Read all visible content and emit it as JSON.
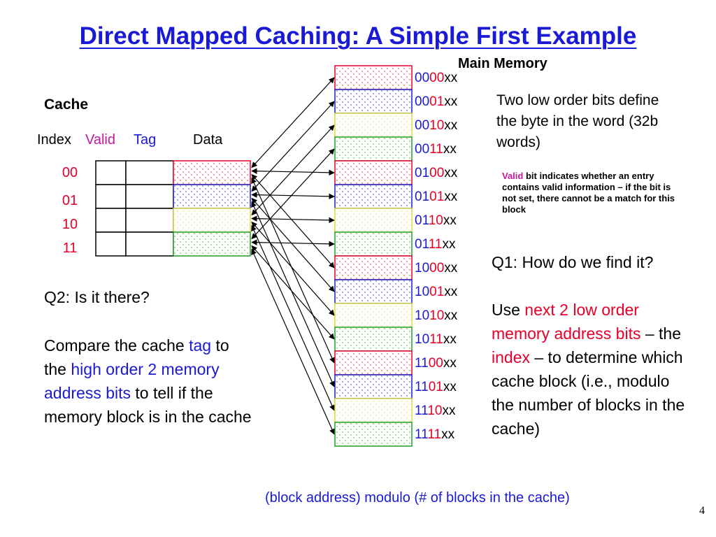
{
  "title": "Direct Mapped Caching:  A Simple First Example",
  "main_memory_label": "Main Memory",
  "cache_label": "Cache",
  "cache_header": {
    "index": "Index",
    "valid": "Valid",
    "tag": "Tag",
    "data": "Data"
  },
  "cache_indices": [
    "00",
    "01",
    "10",
    "11"
  ],
  "memory_addresses": [
    {
      "hi": "00",
      "lo": "00",
      "suffix": "xx"
    },
    {
      "hi": "00",
      "lo": "01",
      "suffix": "xx"
    },
    {
      "hi": "00",
      "lo": "10",
      "suffix": "xx"
    },
    {
      "hi": "00",
      "lo": "11",
      "suffix": "xx"
    },
    {
      "hi": "01",
      "lo": "00",
      "suffix": "xx"
    },
    {
      "hi": "01",
      "lo": "01",
      "suffix": "xx"
    },
    {
      "hi": "01",
      "lo": "10",
      "suffix": "xx"
    },
    {
      "hi": "01",
      "lo": "11",
      "suffix": "xx"
    },
    {
      "hi": "10",
      "lo": "00",
      "suffix": "xx"
    },
    {
      "hi": "10",
      "lo": "01",
      "suffix": "xx"
    },
    {
      "hi": "10",
      "lo": "10",
      "suffix": "xx"
    },
    {
      "hi": "10",
      "lo": "11",
      "suffix": "xx"
    },
    {
      "hi": "11",
      "lo": "00",
      "suffix": "xx"
    },
    {
      "hi": "11",
      "lo": "01",
      "suffix": "xx"
    },
    {
      "hi": "11",
      "lo": "10",
      "suffix": "xx"
    },
    {
      "hi": "11",
      "lo": "11",
      "suffix": "xx"
    }
  ],
  "block_colors": [
    "#e8002a",
    "#1a1ad6",
    "#d8d840",
    "#22a022"
  ],
  "note_two_low_bits": "Two low order bits define the byte in the word (32b words)",
  "note_valid": {
    "word": "Valid",
    "rest": " bit indicates whether an entry contains valid information – if the bit is not set, there cannot be a match for this block"
  },
  "q1": {
    "question": "Q1: How do we find it?",
    "p1": "Use ",
    "p2": "next 2 low order memory address bits",
    "p3": " – the ",
    "p4": "index",
    "p5": " – to determine which cache block (i.e., modulo the number of blocks in the cache)"
  },
  "q2": {
    "question": "Q2: Is it there?",
    "p1": "Compare the cache ",
    "p2": "tag",
    "p3": " to the ",
    "p4": "high order 2 memory address bits",
    "p5": " to tell if the memory block is in the cache"
  },
  "footer": "(block address) modulo (# of blocks in the cache)",
  "page_number": "4"
}
